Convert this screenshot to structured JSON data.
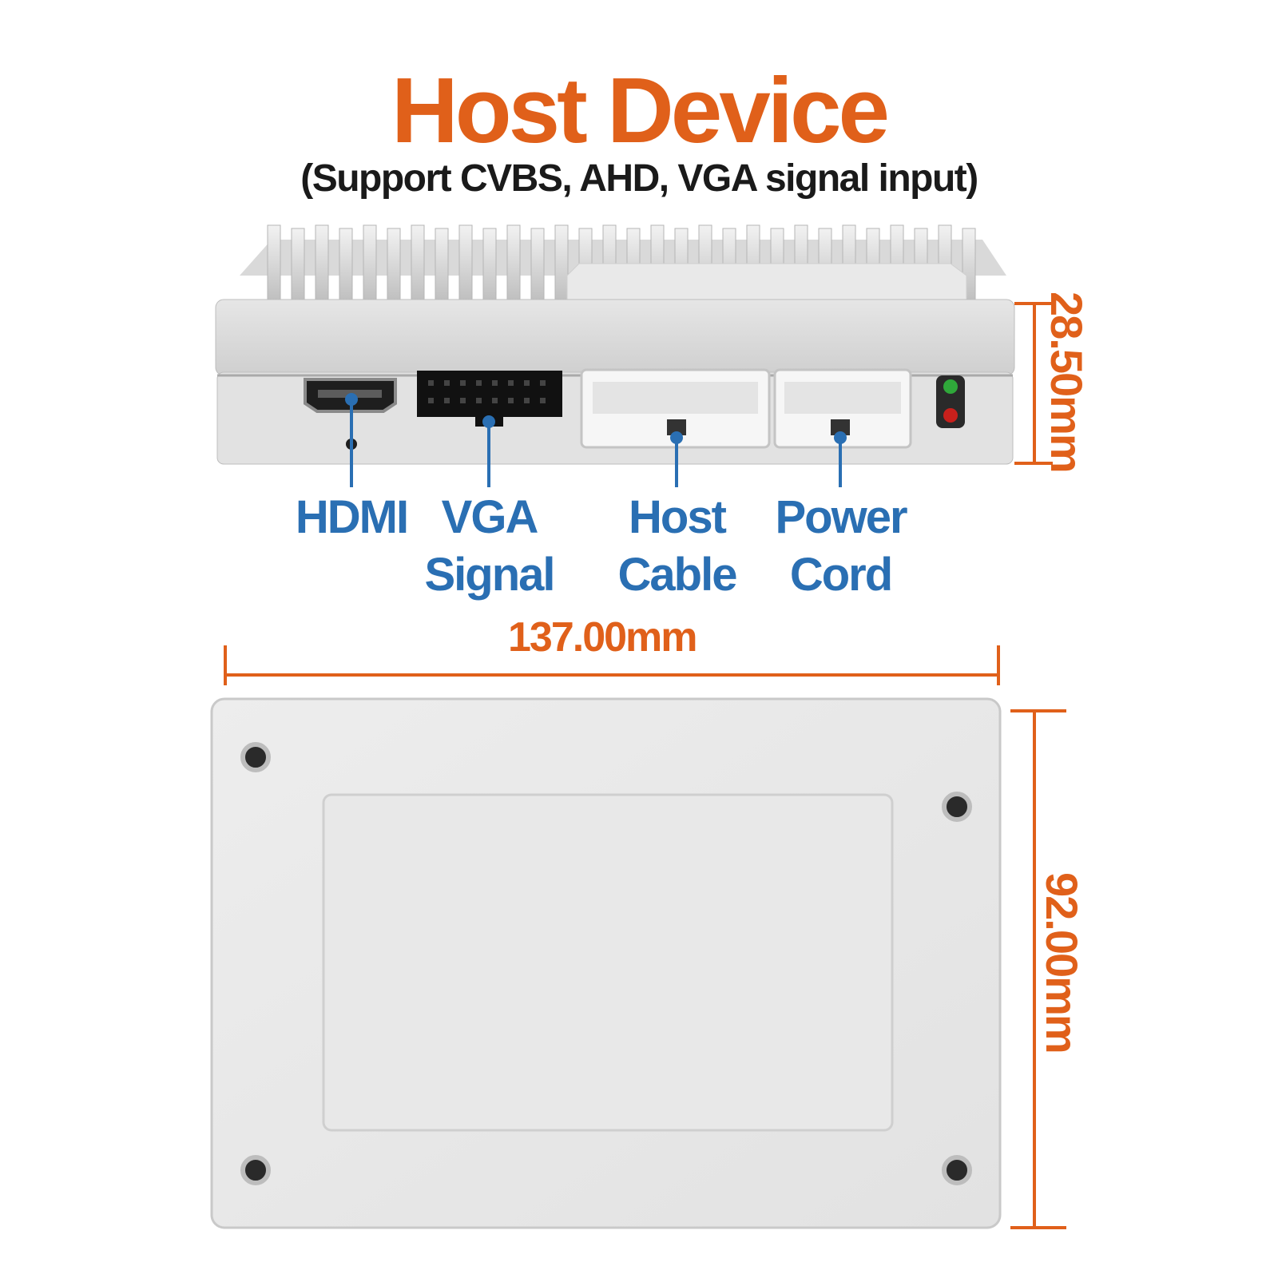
{
  "header": {
    "title": "Host Device",
    "subtitle": "(Support CVBS, AHD, VGA signal input)"
  },
  "ports": [
    {
      "line1": "HDMI",
      "line2": ""
    },
    {
      "line1": "VGA",
      "line2": "Signal"
    },
    {
      "line1": "Host",
      "line2": "Cable"
    },
    {
      "line1": "Power",
      "line2": "Cord"
    }
  ],
  "dimensions": {
    "height": "28.50mm",
    "width": "137.00mm",
    "depth": "92.00mm"
  },
  "colors": {
    "accent_orange": "#e0601a",
    "label_blue": "#2a6fb3",
    "text_dark": "#1a1a1a",
    "led_green": "#2fa83a",
    "led_red": "#c8201c"
  }
}
